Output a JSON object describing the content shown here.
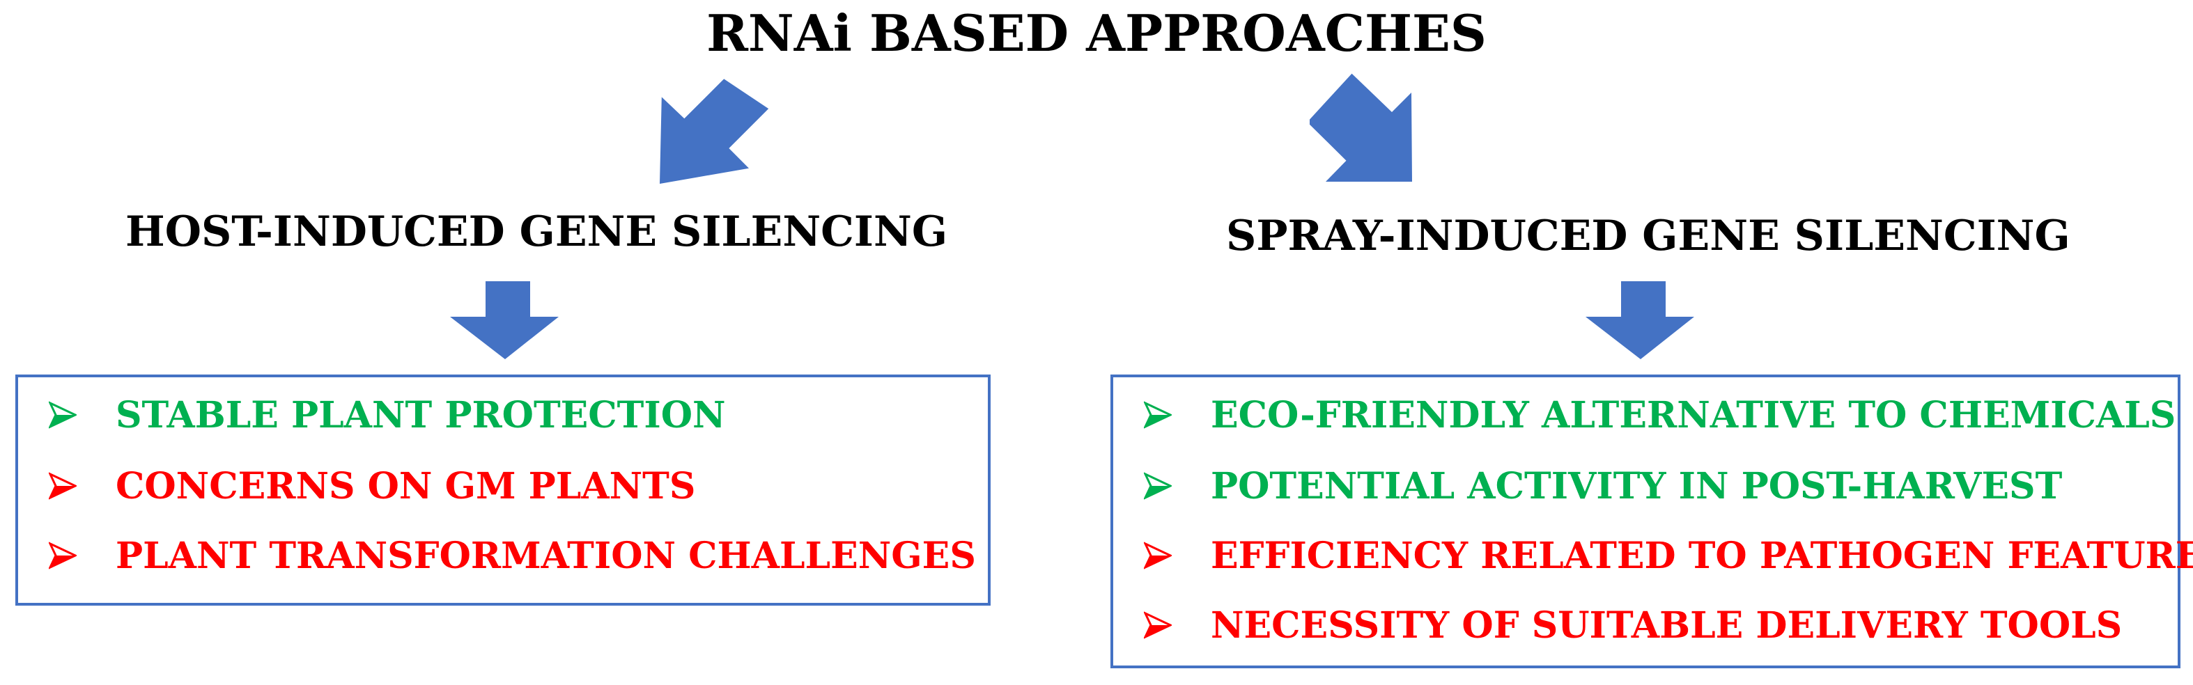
{
  "title": "RNAi BASED APPROACHES",
  "colors": {
    "arrow": "#4472c4",
    "box_border": "#4472c4",
    "positive": "#00b050",
    "negative": "#ff0000",
    "text": "#000000"
  },
  "branches": [
    {
      "title": "HOST-INDUCED GENE SILENCING",
      "items": [
        {
          "text": "STABLE PLANT PROTECTION",
          "status": "positive",
          "icon": "arrowhead-bullet-icon"
        },
        {
          "text": "CONCERNS ON GM PLANTS",
          "status": "negative",
          "icon": "arrowhead-bullet-icon"
        },
        {
          "text": "PLANT TRANSFORMATION CHALLENGES",
          "status": "negative",
          "icon": "arrowhead-bullet-icon"
        }
      ]
    },
    {
      "title": "SPRAY-INDUCED GENE SILENCING",
      "items": [
        {
          "text": "ECO-FRIENDLY ALTERNATIVE TO CHEMICALS",
          "status": "positive",
          "icon": "arrowhead-bullet-icon"
        },
        {
          "text": "POTENTIAL ACTIVITY IN POST-HARVEST",
          "status": "positive",
          "icon": "arrowhead-bullet-icon"
        },
        {
          "text": "EFFICIENCY RELATED TO PATHOGEN FEATURES",
          "status": "negative",
          "icon": "arrowhead-bullet-icon"
        },
        {
          "text": "NECESSITY OF SUITABLE DELIVERY TOOLS",
          "status": "negative",
          "icon": "arrowhead-bullet-icon"
        }
      ]
    }
  ]
}
